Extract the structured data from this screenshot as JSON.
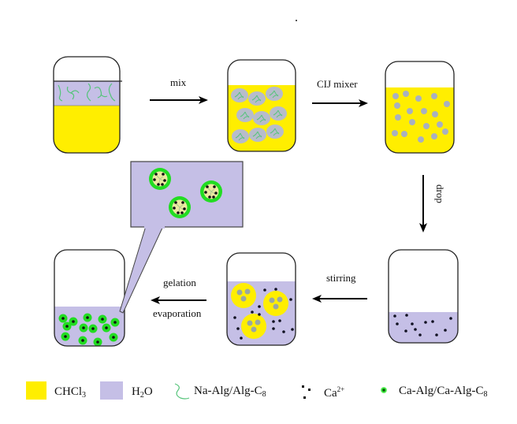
{
  "colors": {
    "chcl3": "#ffee00",
    "water": "#c5bfe6",
    "polymer_strand": "#55c47a",
    "droplet_fill": "#b7bccb",
    "calcium": "#111122",
    "gel_shell": "#22dd22",
    "outline": "#222222",
    "background": "#ffffff"
  },
  "steps": [
    {
      "id": "initial",
      "description": "Aqueous Na-Alg/Alg-C8 layer over CHCl3"
    },
    {
      "id": "mixed",
      "description": "Large aqueous droplets dispersed in CHCl3"
    },
    {
      "id": "cij",
      "description": "Small droplets dispersed in CHCl3"
    },
    {
      "id": "calcium-bath",
      "description": "Aqueous Ca2+ solution"
    },
    {
      "id": "stirred",
      "description": "CHCl3 droplets carrying aqueous droplets in Ca2+ solution"
    },
    {
      "id": "gel",
      "description": "Ca-Alg/Ca-Alg-C8 gel particles in water"
    }
  ],
  "arrows": {
    "mix": "mix",
    "cij": "CIJ mixer",
    "drop": "drop",
    "stirring": "stirring",
    "gelation": "gelation",
    "evaporation": "evaporation"
  },
  "legend": [
    {
      "key": "chcl3",
      "label": "CHCl",
      "sub": "3",
      "sup": ""
    },
    {
      "key": "water",
      "label": "H",
      "sub": "2",
      "after": "O",
      "sup": ""
    },
    {
      "key": "strand",
      "label": "Na-Alg/Alg-C",
      "sub": "8",
      "sup": ""
    },
    {
      "key": "calcium",
      "label": "Ca",
      "sub": "",
      "sup": "2+"
    },
    {
      "key": "gel",
      "label": "Ca-Alg/Ca-Alg-C",
      "sub": "8",
      "sup": ""
    }
  ]
}
